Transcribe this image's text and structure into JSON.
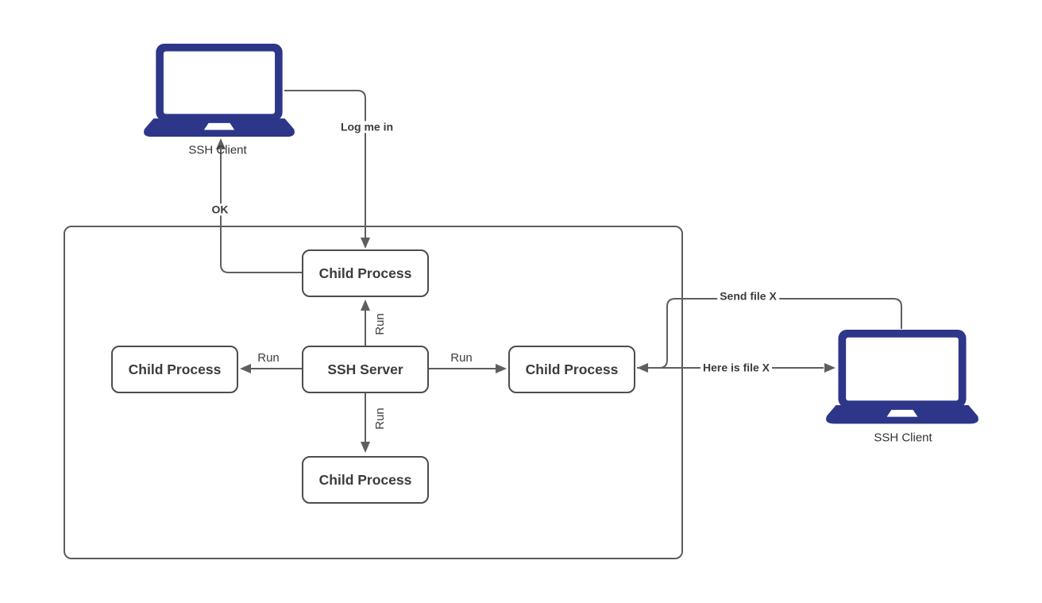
{
  "diagram": {
    "nodes": {
      "client_left": {
        "label": "SSH Client"
      },
      "client_right": {
        "label": "SSH Client"
      },
      "server": {
        "label": "SSH Server"
      },
      "child_top": {
        "label": "Child Process"
      },
      "child_left": {
        "label": "Child Process"
      },
      "child_right": {
        "label": "Child Process"
      },
      "child_bottom": {
        "label": "Child Process"
      }
    },
    "edges": {
      "log_me_in": {
        "label": "Log me in"
      },
      "ok": {
        "label": "OK"
      },
      "run_top": {
        "label": "Run"
      },
      "run_left": {
        "label": "Run"
      },
      "run_right": {
        "label": "Run"
      },
      "run_bottom": {
        "label": "Run"
      },
      "send_file": {
        "label": "Send file X"
      },
      "here_is_file": {
        "label": "Here is file X"
      }
    },
    "icons": {
      "laptop_left": "laptop-icon",
      "laptop_right": "laptop-icon"
    },
    "colors": {
      "background": "#ffffff",
      "line": "#5f5f5f",
      "box_border": "#4d4d4d",
      "outer_border": "#5c5c5c",
      "box_fill": "#ffffff",
      "text": "#3c3c3c",
      "laptop_navy": "#2d3688"
    }
  }
}
